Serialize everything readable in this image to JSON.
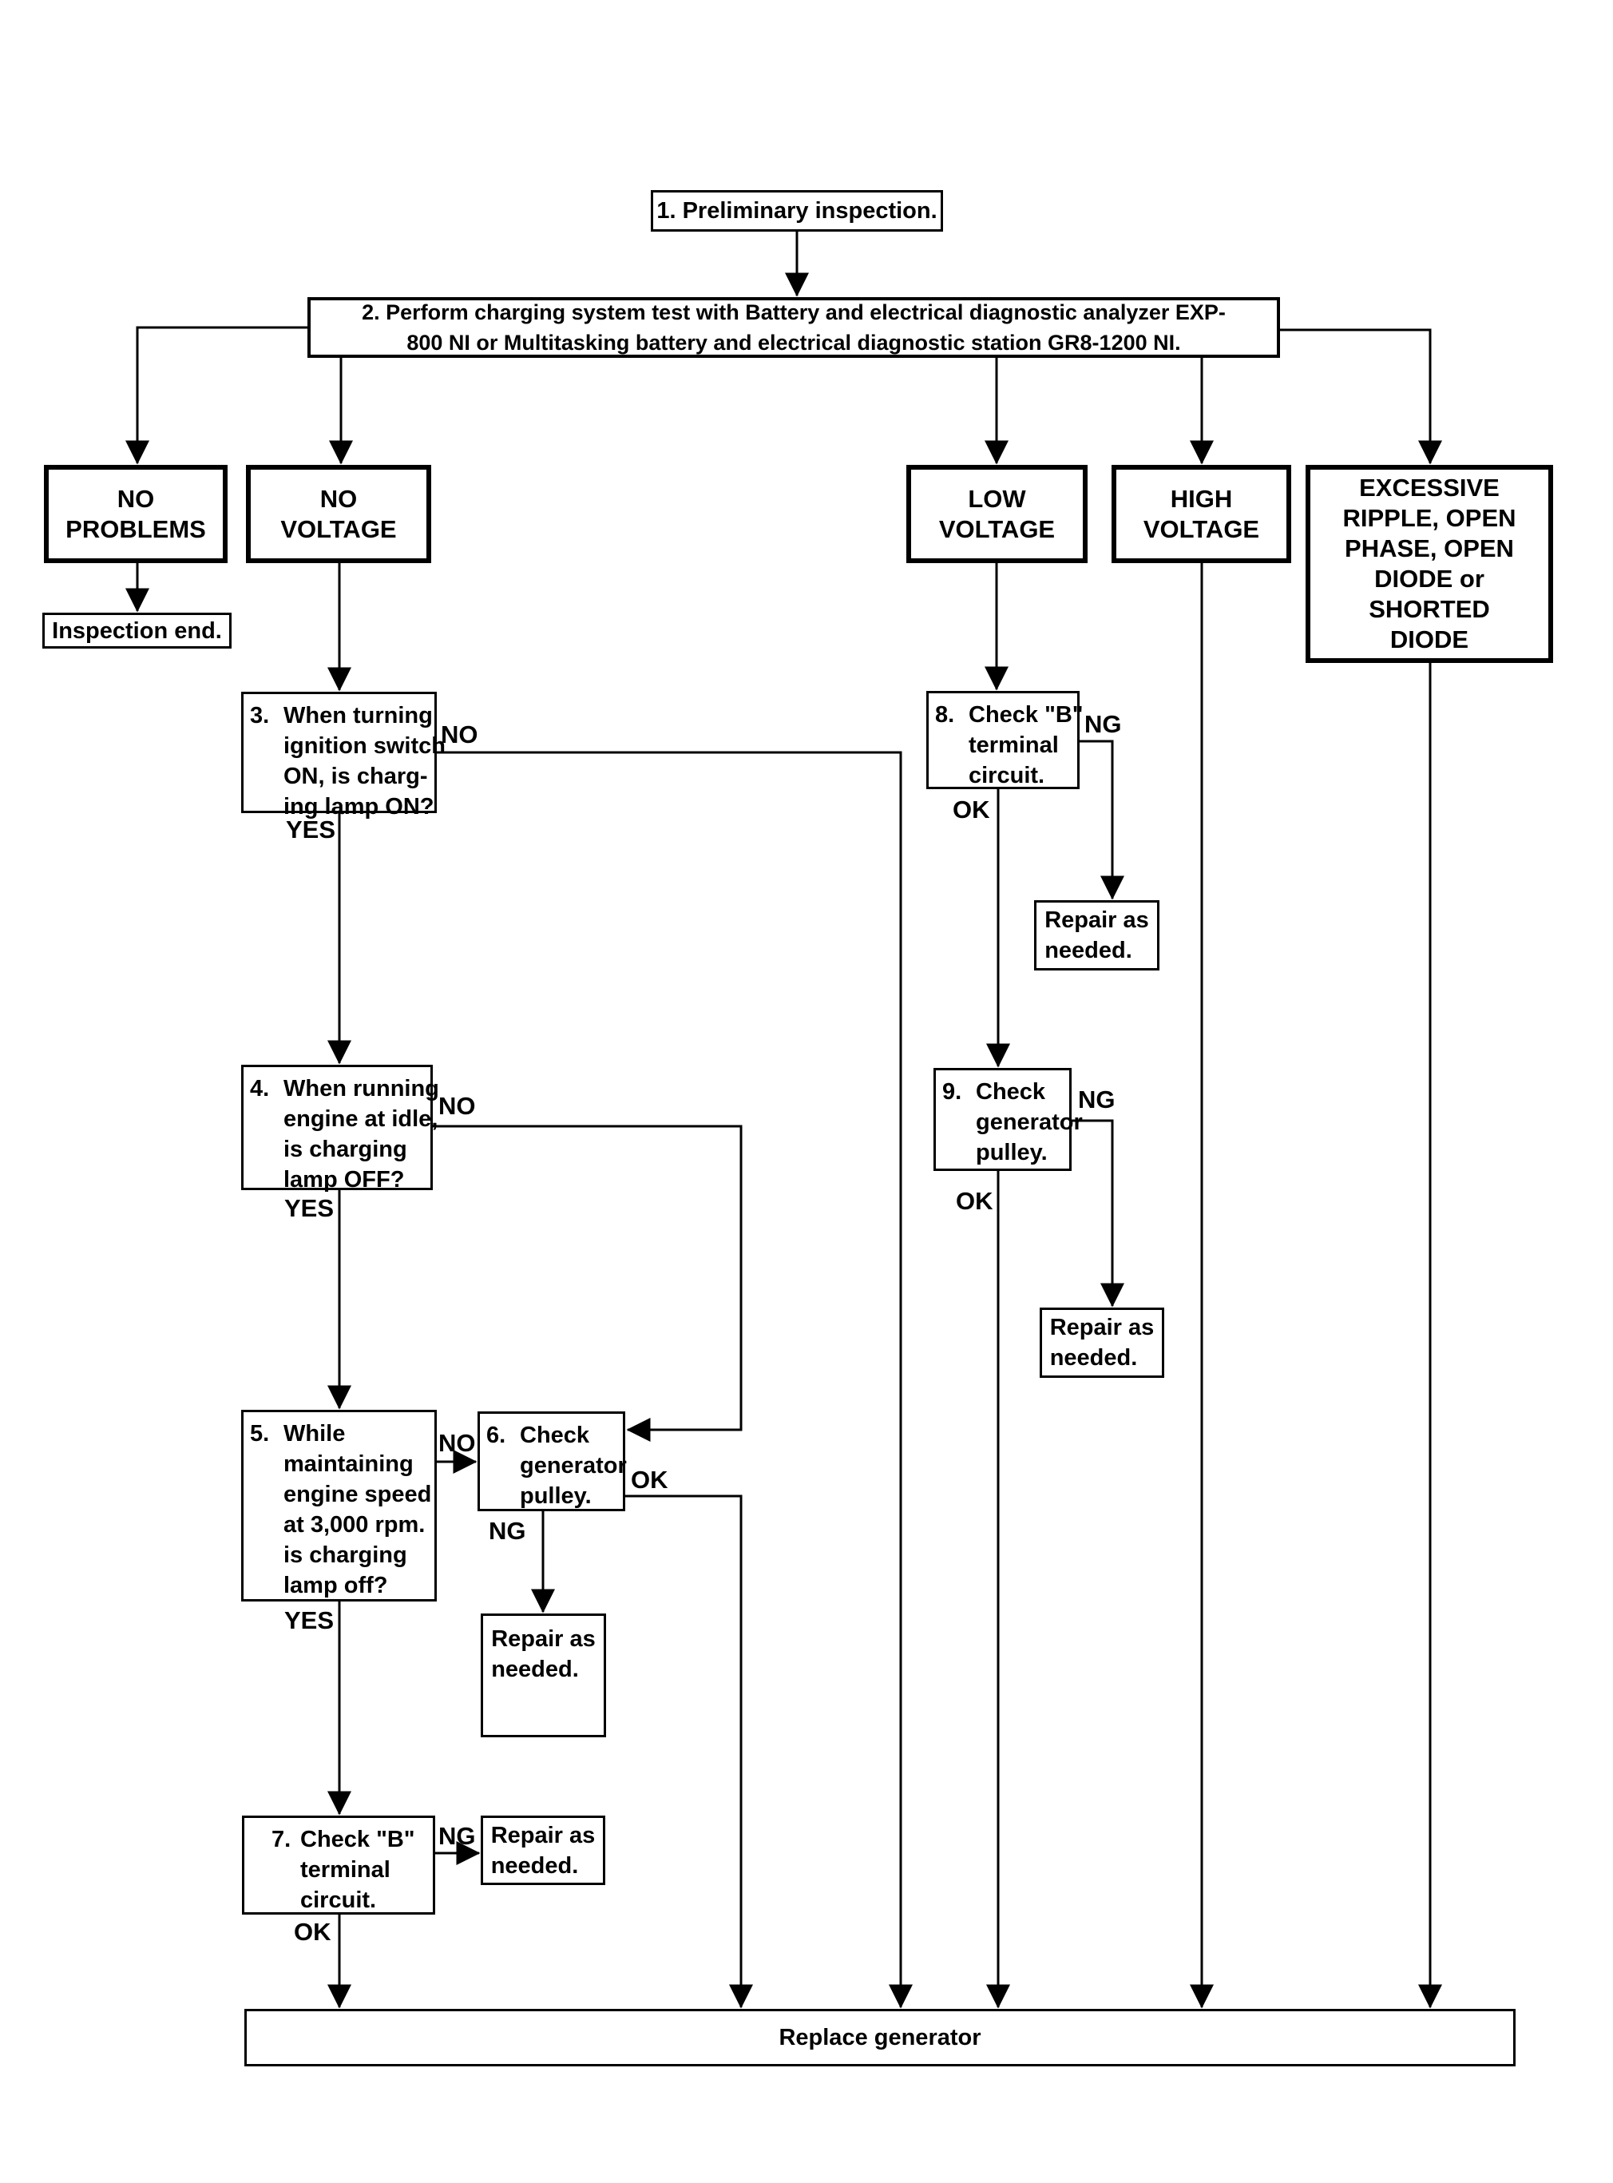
{
  "colors": {
    "ink": "#000000",
    "background": "#ffffff"
  },
  "nodes": {
    "n1": {
      "text": "1. Preliminary inspection."
    },
    "n2": {
      "text": "2. Perform charging system test with Battery and electrical diagnostic analyzer EXP-\n800 NI or Multitasking battery and electrical diagnostic station GR8-1200 NI."
    },
    "no_problems": {
      "text": "NO\nPROBLEMS"
    },
    "no_voltage": {
      "text": "NO\nVOLTAGE"
    },
    "low_voltage": {
      "text": "LOW\nVOLTAGE"
    },
    "high_voltage": {
      "text": "HIGH\nVOLTAGE"
    },
    "excessive": {
      "text": "EXCESSIVE\nRIPPLE, OPEN\nPHASE, OPEN\nDIODE or\nSHORTED\nDIODE"
    },
    "inspection_end": {
      "text": "Inspection end."
    },
    "n3": {
      "num": "3.",
      "text": "When turning\nignition switch\nON, is charg-\ning lamp ON?"
    },
    "n4": {
      "num": "4.",
      "text": "When running\nengine at idle,\nis charging\nlamp OFF?"
    },
    "n5": {
      "num": "5.",
      "text": "While\nmaintaining\nengine speed\nat 3,000 rpm.\nis charging\nlamp off?"
    },
    "n6": {
      "num": "6.",
      "text": "Check\ngenerator\npulley."
    },
    "n7": {
      "num": "7.",
      "text": "Check \"B\"\nterminal\ncircuit."
    },
    "n8": {
      "num": "8.",
      "text": "Check \"B\"\nterminal\ncircuit."
    },
    "n9": {
      "num": "9.",
      "text": "Check\ngenerator\npulley."
    },
    "repair6": {
      "text": "Repair as\nneeded."
    },
    "repair7": {
      "text": "Repair as\nneeded."
    },
    "repair8": {
      "text": "Repair as\nneeded."
    },
    "repair9": {
      "text": "Repair as\nneeded."
    },
    "replace": {
      "text": "Replace generator"
    }
  },
  "labels": {
    "n3_no": "NO",
    "n3_yes": "YES",
    "n4_no": "NO",
    "n4_yes": "YES",
    "n5_no": "NO",
    "n5_yes": "YES",
    "n6_ng": "NG",
    "n6_ok": "OK",
    "n7_ng": "NG",
    "n7_ok": "OK",
    "n8_ng": "NG",
    "n8_ok": "OK",
    "n9_ng": "NG",
    "n9_ok": "OK"
  }
}
